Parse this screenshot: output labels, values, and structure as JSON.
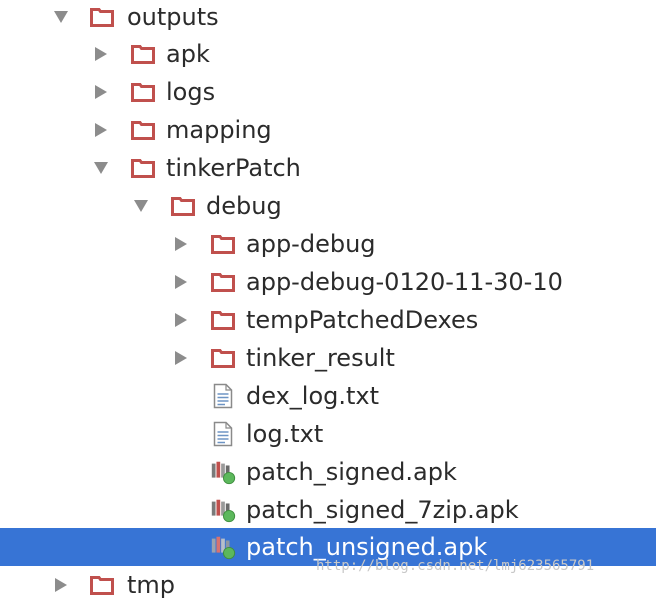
{
  "tree": {
    "outputs": "outputs",
    "apk": "apk",
    "logs": "logs",
    "mapping": "mapping",
    "tinkerPatch": "tinkerPatch",
    "debug": "debug",
    "app_debug": "app-debug",
    "app_debug_dated": "app-debug-0120-11-30-10",
    "temp_patched_dexes": "tempPatchedDexes",
    "tinker_result": "tinker_result",
    "dex_log": "dex_log.txt",
    "log": "log.txt",
    "patch_signed": "patch_signed.apk",
    "patch_signed_7zip": "patch_signed_7zip.apk",
    "patch_unsigned": "patch_unsigned.apk",
    "tmp": "tmp"
  },
  "watermark": "http://blog.csdn.net/lmj623565791",
  "colors": {
    "folder": "#c0504d",
    "selection": "#3774d5",
    "arrow": "#8c8c8c",
    "text": "#2b2b2b"
  },
  "icons": {
    "expanded": "triangle-down-icon",
    "collapsed": "triangle-right-icon",
    "folder": "folder-icon",
    "text_file": "text-file-icon",
    "apk_file": "apk-file-icon"
  },
  "selected_item": "patch_unsigned.apk"
}
